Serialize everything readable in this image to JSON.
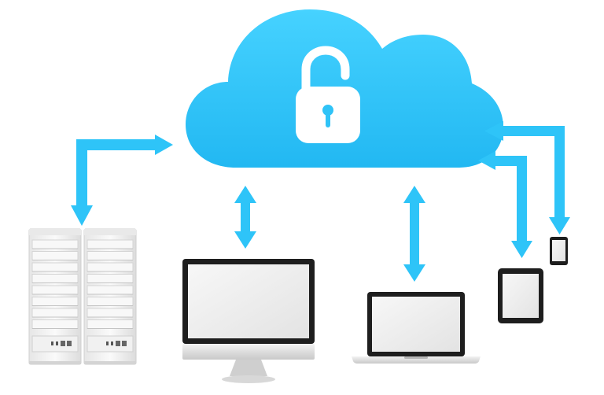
{
  "colors": {
    "cloud": "#33c8fb",
    "cloud_shade": "#22b6ef",
    "arrow": "#2ec4f8",
    "lock": "#ffffff",
    "device_frame": "#d9d9d9",
    "device_screen": "#eeeeee",
    "device_dark": "#1d1d1d"
  },
  "icons": {
    "cloud": "cloud-icon",
    "lock": "unlocked-padlock-icon",
    "server": "server-rack-icon",
    "monitor": "desktop-monitor-icon",
    "laptop": "laptop-icon",
    "tablet": "tablet-icon",
    "phone": "smartphone-icon"
  },
  "nodes": [
    {
      "id": "cloud",
      "kind": "cloud"
    },
    {
      "id": "servers",
      "kind": "server",
      "count": 2
    },
    {
      "id": "desktop",
      "kind": "monitor"
    },
    {
      "id": "laptop",
      "kind": "laptop"
    },
    {
      "id": "tablet",
      "kind": "tablet"
    },
    {
      "id": "phone",
      "kind": "phone"
    }
  ],
  "connections": [
    {
      "from": "servers",
      "to": "cloud",
      "direction": "bidirectional"
    },
    {
      "from": "desktop",
      "to": "cloud",
      "direction": "bidirectional"
    },
    {
      "from": "laptop",
      "to": "cloud",
      "direction": "bidirectional"
    },
    {
      "from": "tablet",
      "to": "cloud",
      "direction": "bidirectional"
    },
    {
      "from": "phone",
      "to": "cloud",
      "direction": "bidirectional"
    }
  ]
}
